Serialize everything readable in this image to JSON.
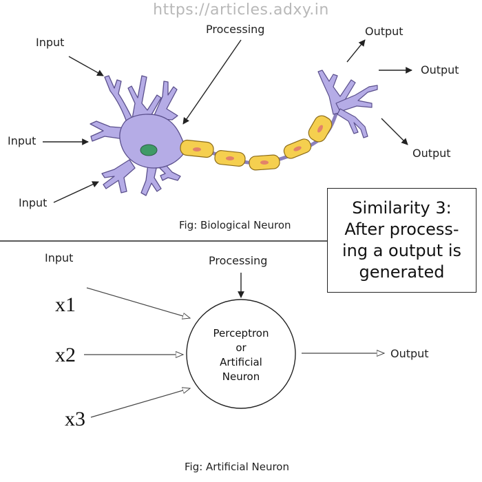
{
  "watermark": "https://articles.adxy.in",
  "biological": {
    "inputs": [
      "Input",
      "Input",
      "Input"
    ],
    "processing": "Processing",
    "outputs": [
      "Output",
      "Output",
      "Output"
    ],
    "caption": "Fig: Biological Neuron"
  },
  "similarity": {
    "lines": [
      "Similarity 3:",
      "After process-",
      "ing a  output is",
      "generated"
    ]
  },
  "artificial": {
    "input_header": "Input",
    "inputs": [
      "x1",
      "x2",
      "x3"
    ],
    "processing": "Processing",
    "neuron_lines": [
      "Perceptron",
      "or",
      "Artificial",
      "Neuron"
    ],
    "output": "Output",
    "caption": "Fig: Artificial Neuron"
  },
  "colors": {
    "soma": "#b5ace6",
    "nucleus": "#3f9a67",
    "myelin": "#f5cf4f",
    "myelin_node": "#e2826a",
    "line": "#222222"
  }
}
